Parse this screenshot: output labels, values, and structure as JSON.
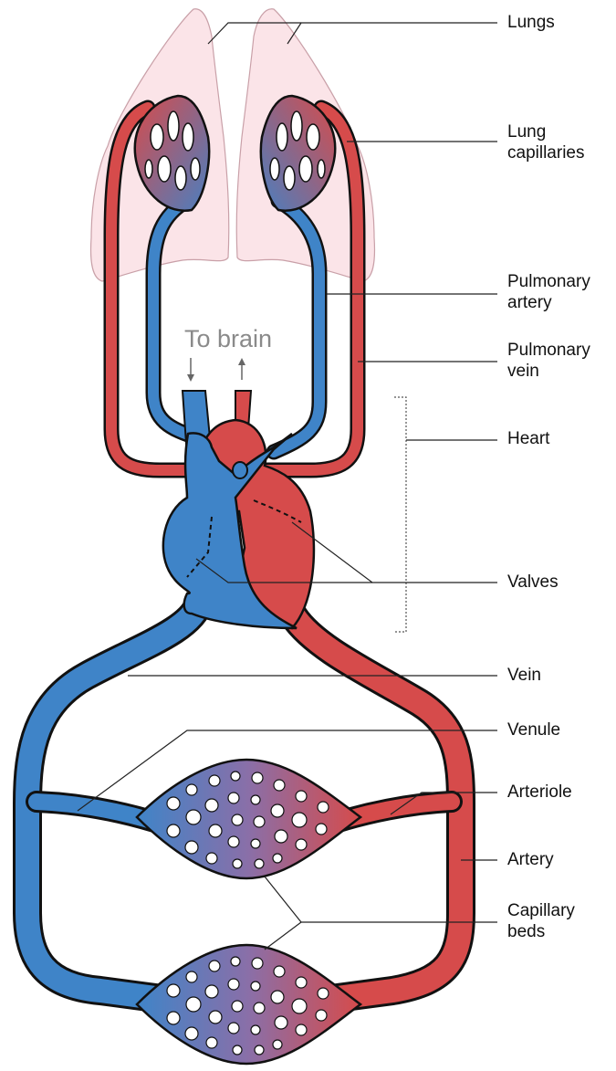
{
  "labels": {
    "lungs": "Lungs",
    "lung_capillaries_1": "Lung",
    "lung_capillaries_2": "capillaries",
    "pulmonary_artery_1": "Pulmonary",
    "pulmonary_artery_2": "artery",
    "pulmonary_vein_1": "Pulmonary",
    "pulmonary_vein_2": "vein",
    "heart": "Heart",
    "valves": "Valves",
    "vein": "Vein",
    "venule": "Venule",
    "arteriole": "Arteriole",
    "artery": "Artery",
    "capillary_beds_1": "Capillary",
    "capillary_beds_2": "beds",
    "to_brain": "To brain"
  },
  "colors": {
    "oxygenated": "#d64b4b",
    "deoxygenated": "#3f84c8",
    "lung_fill": "#fbe4e8",
    "outline": "#111111",
    "muted_text": "#8a8a8a"
  }
}
